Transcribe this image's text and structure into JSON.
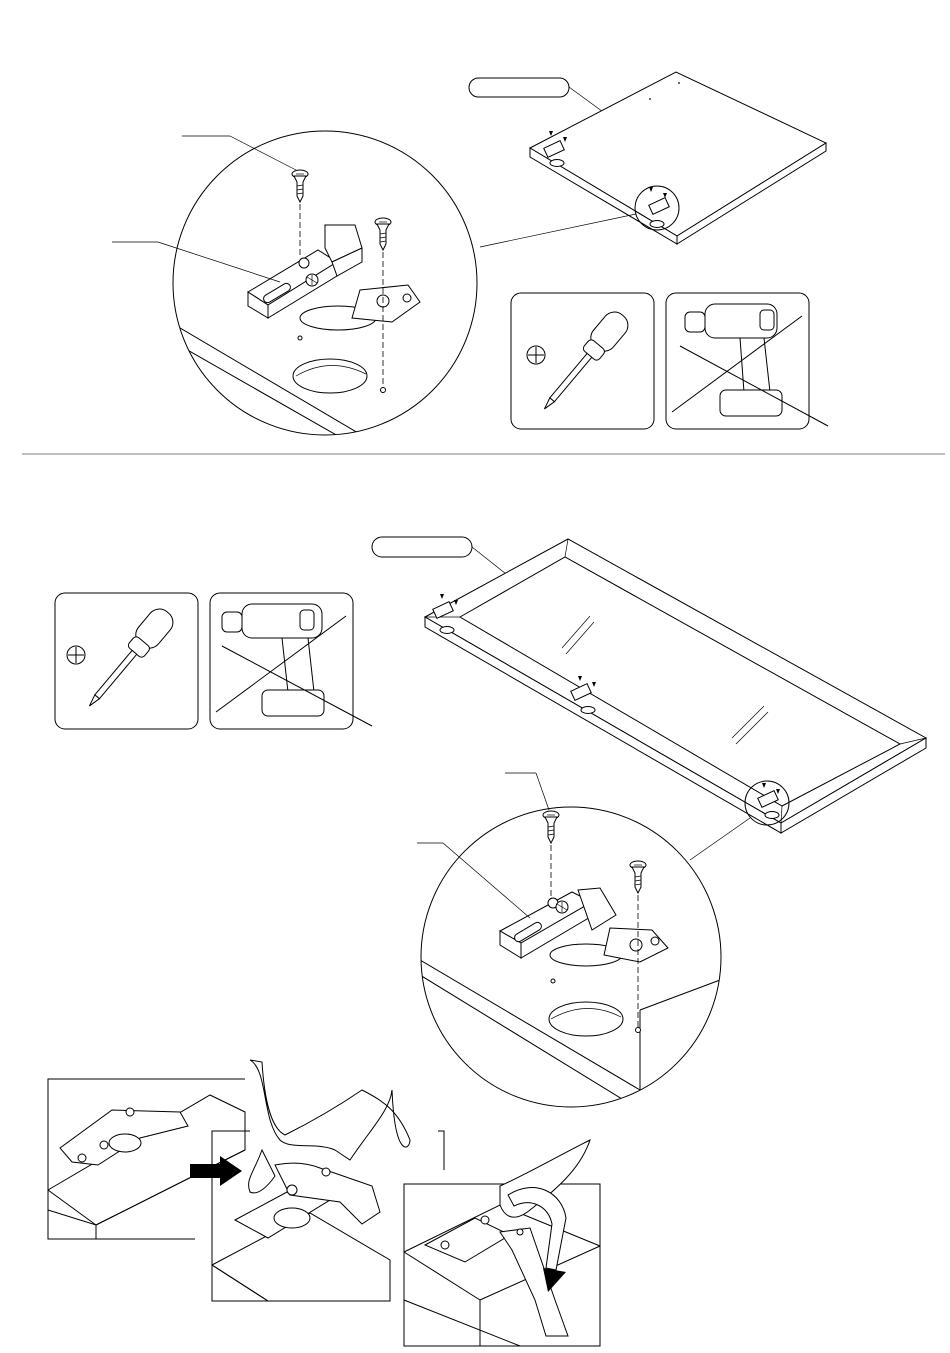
{
  "page": {
    "sections": [
      {
        "name": "door-hinge-mounting"
      },
      {
        "name": "glass-door-hinge-mounting"
      }
    ]
  },
  "tools": [
    {
      "name": "screwdriver",
      "icon": "phillips-screwdriver-icon",
      "status": "required"
    },
    {
      "name": "cordless-drill",
      "icon": "drill-icon",
      "status": "not-recommended"
    }
  ],
  "callouts": {
    "top_part_label": "",
    "bottom_part_label": ""
  },
  "steps": [
    {
      "name": "hinge-on-panel"
    },
    {
      "name": "clip-hinge"
    },
    {
      "name": "release-hinge"
    }
  ],
  "colors": {
    "line": "#000000",
    "paper": "#ffffff"
  }
}
